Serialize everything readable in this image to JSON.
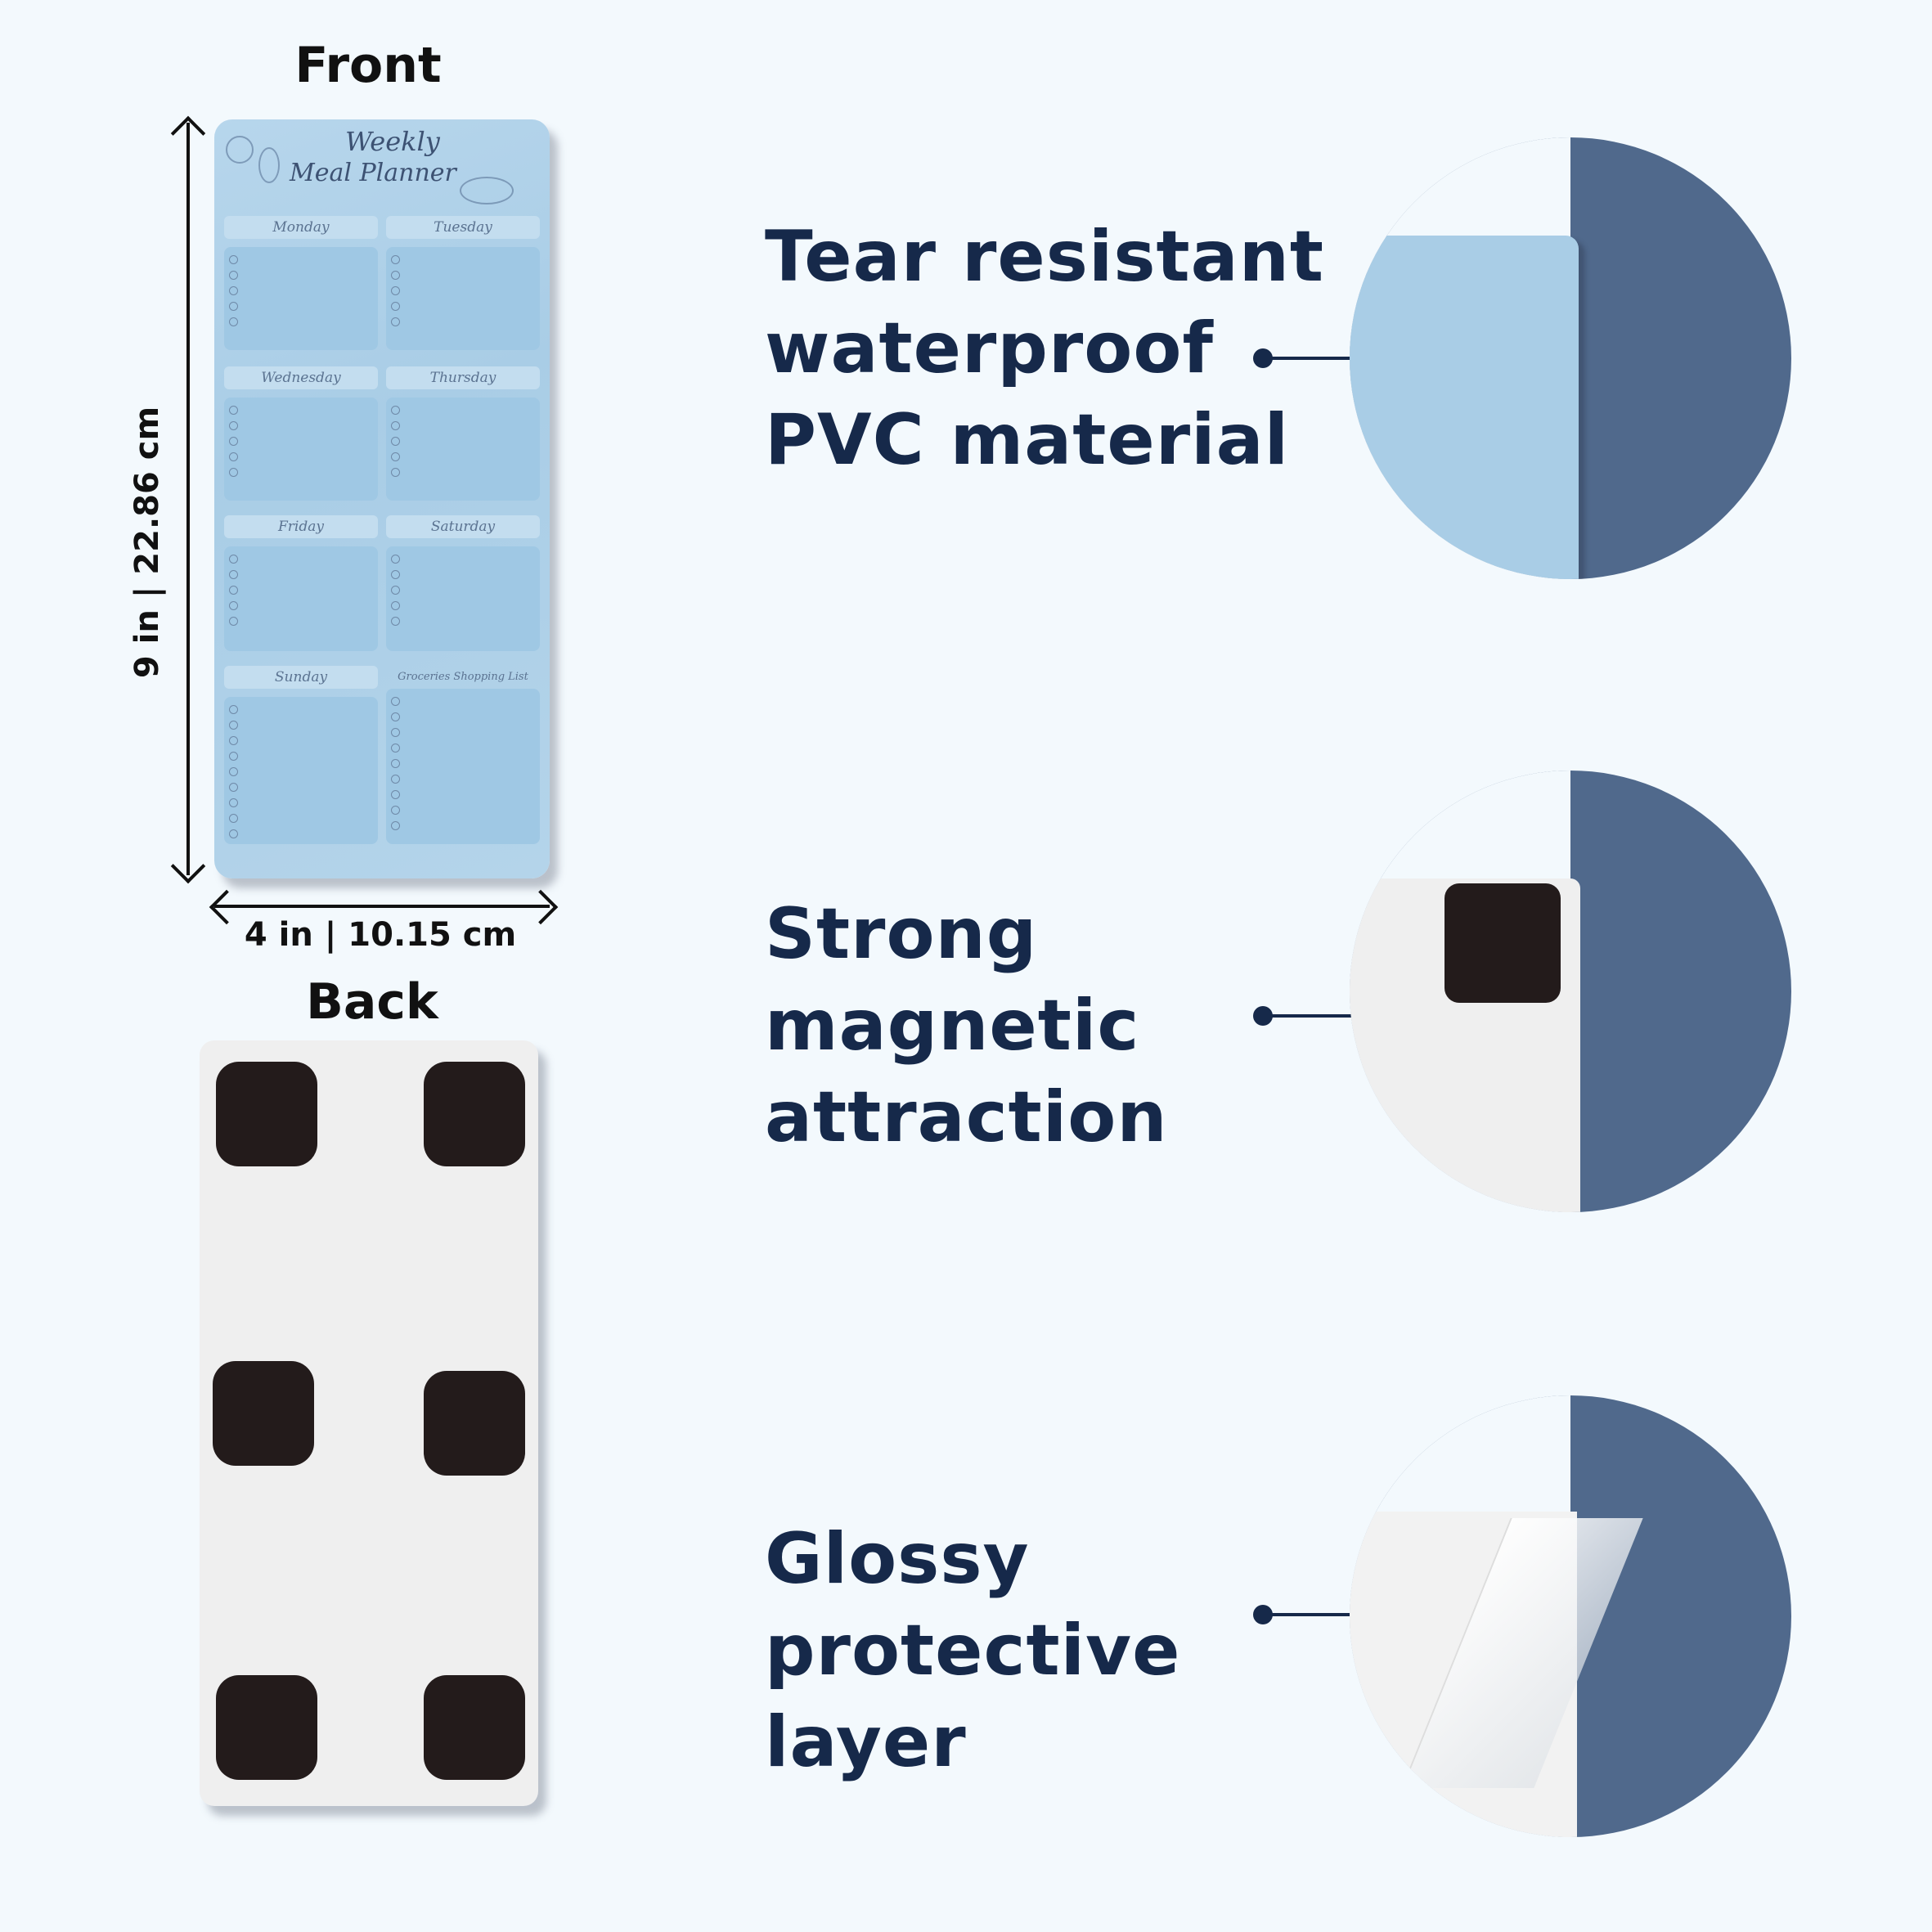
{
  "front_label": "Front",
  "back_label": "Back",
  "dimension_height": "9 in | 22.86 cm",
  "dimension_width": "4 in | 10.15 cm",
  "planner": {
    "title_line1": "Weekly",
    "title_line2": "Meal Planner",
    "days": [
      "Monday",
      "Tuesday",
      "Wednesday",
      "Thursday",
      "Friday",
      "Saturday",
      "Sunday"
    ],
    "shopping_list_label": "Groceries Shopping List"
  },
  "features": [
    {
      "lines": [
        "Tear resistant",
        "waterproof",
        "PVC material"
      ]
    },
    {
      "lines": [
        "Strong",
        "magnetic",
        "attraction"
      ]
    },
    {
      "lines": [
        "Glossy",
        "protective",
        "layer"
      ]
    }
  ],
  "colors": {
    "background": "#f3f9fd",
    "navy": "#16294a",
    "planner_blue": "#a9cde6",
    "circle_blue": "#50698c",
    "magnet": "#231b1b"
  }
}
